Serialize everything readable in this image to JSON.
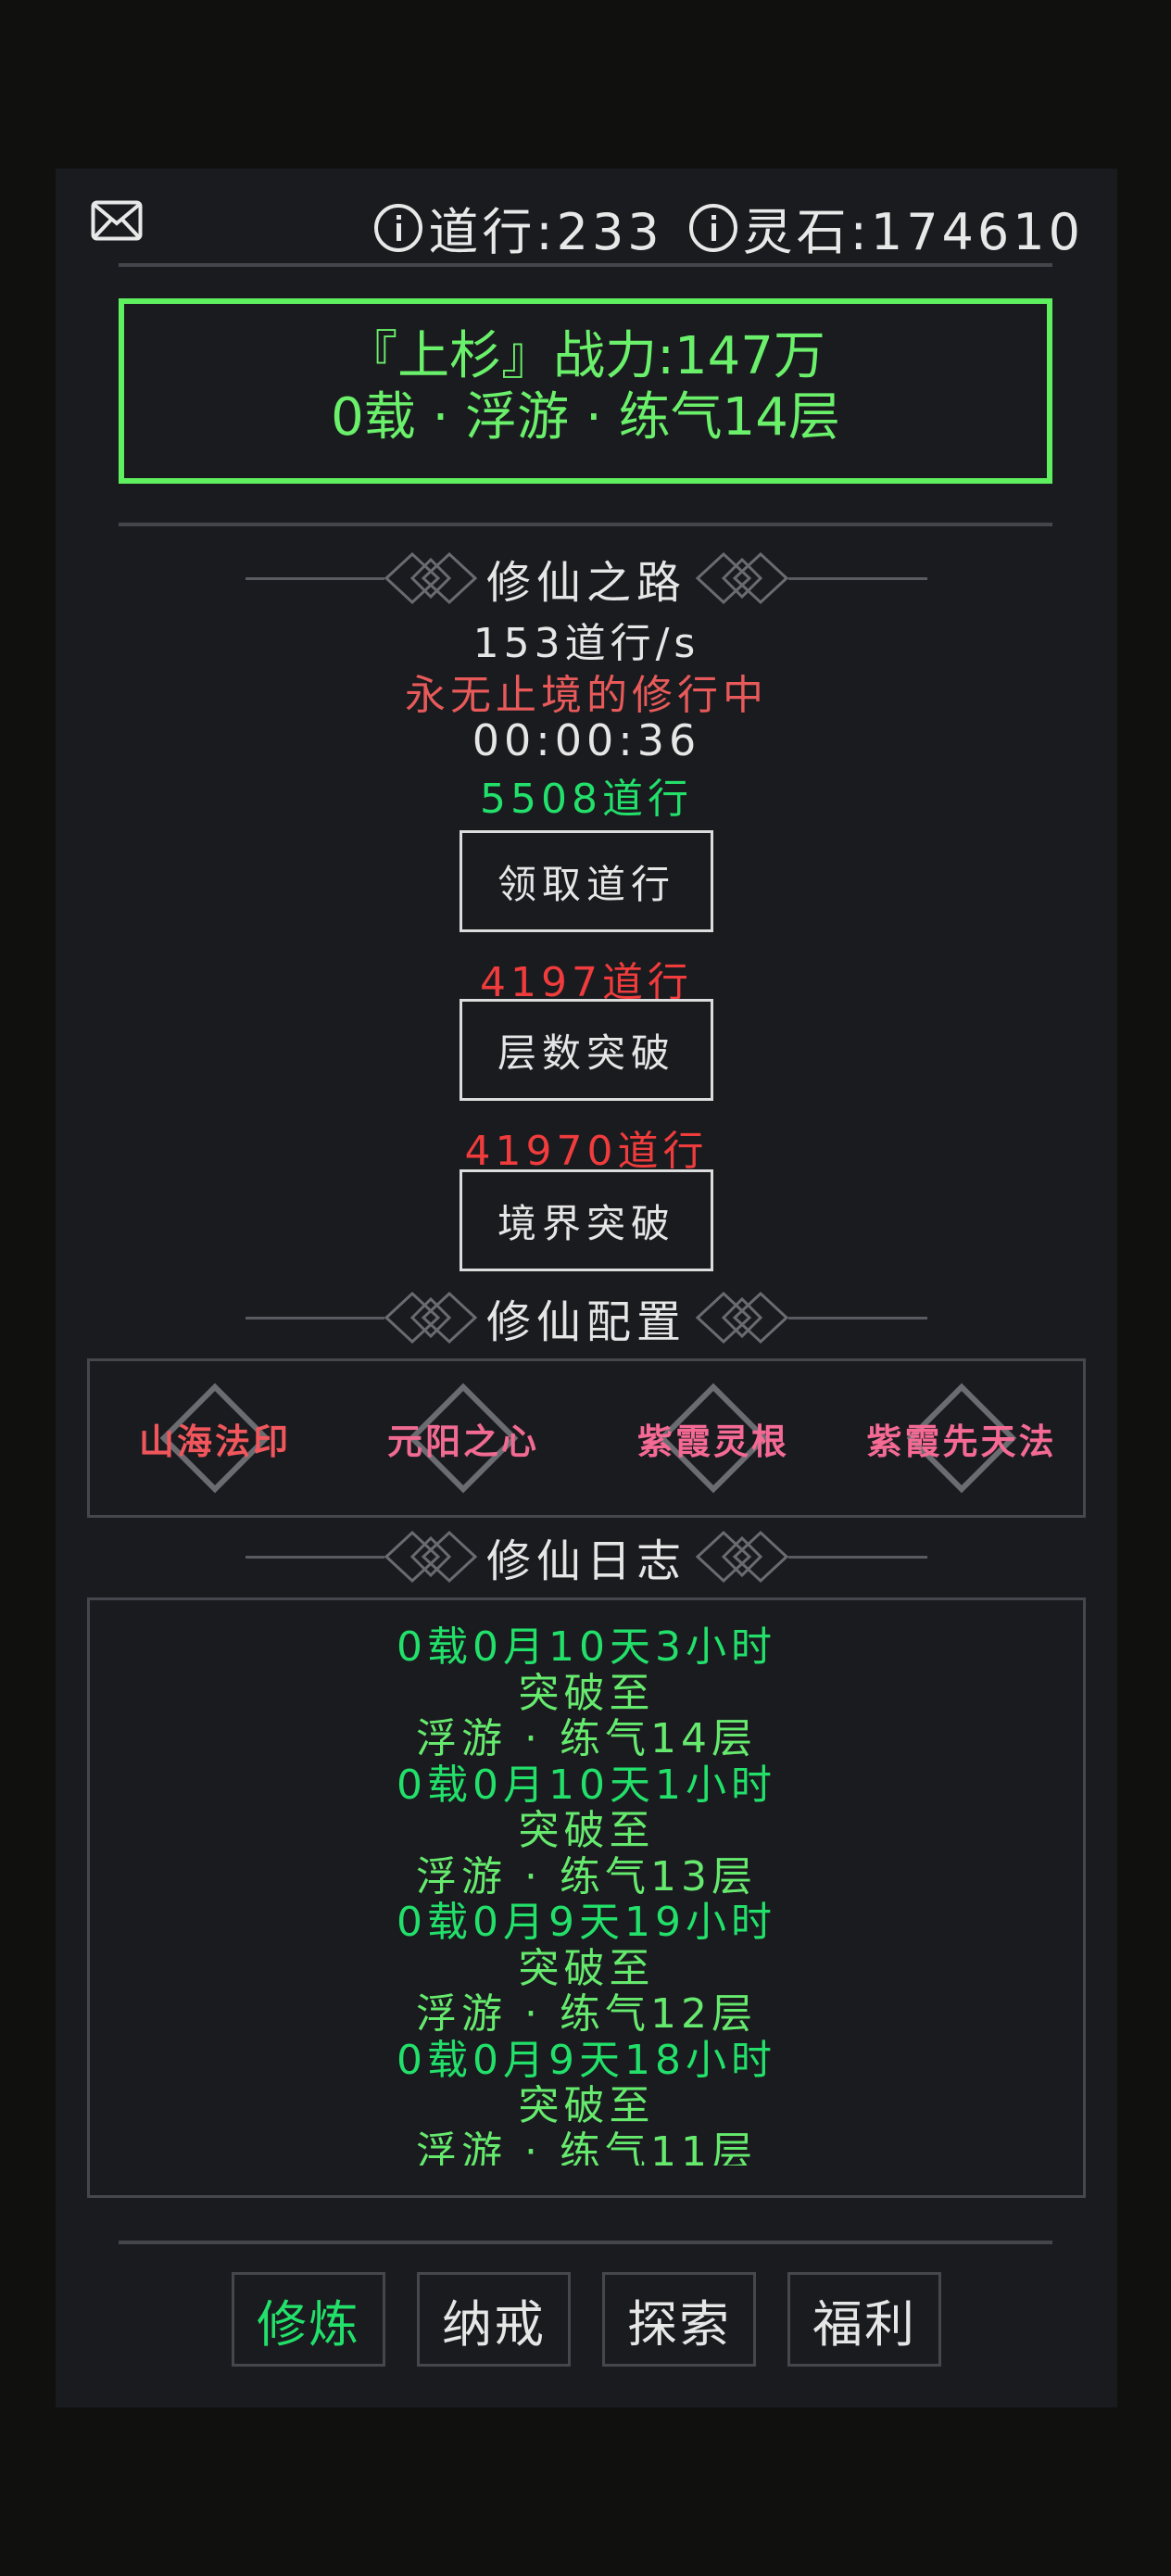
{
  "header": {
    "mail_icon": "mail-icon",
    "stats": [
      {
        "icon": "info-icon",
        "label": "道行",
        "value": "233",
        "text": "道行:233"
      },
      {
        "icon": "info-icon",
        "label": "灵石",
        "value": "174610",
        "text": "灵石:174610"
      }
    ]
  },
  "status": {
    "line1": "『上杉』战力:147万",
    "line2": "0载 · 浮游 · 练气14层",
    "color": "#5ff060"
  },
  "cultivation_path": {
    "title": "修仙之路",
    "rate": "153道行/s",
    "state": "永无止境的修行中",
    "timer": "00:00:36",
    "pending": "5508道行",
    "claim_button": "领取道行",
    "layer_cost": "4197道行",
    "layer_button": "层数突破",
    "realm_cost": "41970道行",
    "realm_button": "境界突破"
  },
  "config": {
    "title": "修仙配置",
    "items": [
      {
        "label": "山海法印",
        "color": "#f0565c"
      },
      {
        "label": "元阳之心",
        "color": "#f06a92"
      },
      {
        "label": "紫霞灵根",
        "color": "#f46a95"
      },
      {
        "label": "紫霞先天法",
        "color": "#f46a95"
      }
    ]
  },
  "log": {
    "title": "修仙日志",
    "entries": [
      {
        "time": "0载0月10天3小时",
        "action": "突破至",
        "result": "浮游 · 练气14层"
      },
      {
        "time": "0载0月10天1小时",
        "action": "突破至",
        "result": "浮游 · 练气13层"
      },
      {
        "time": "0载0月9天19小时",
        "action": "突破至",
        "result": "浮游 · 练气12层"
      },
      {
        "time": "0载0月9天18小时",
        "action": "突破至",
        "result": "浮游 · 练气11层"
      }
    ]
  },
  "nav": {
    "tabs": [
      {
        "label": "修炼",
        "active": true
      },
      {
        "label": "纳戒",
        "active": false
      },
      {
        "label": "探索",
        "active": false
      },
      {
        "label": "福利",
        "active": false
      }
    ]
  },
  "colors": {
    "accent_green": "#22e06a",
    "warning_red": "#f03c3c",
    "state_red": "#e85a5a",
    "panel_bg": "#1a1b1f",
    "page_bg": "#10100e"
  }
}
